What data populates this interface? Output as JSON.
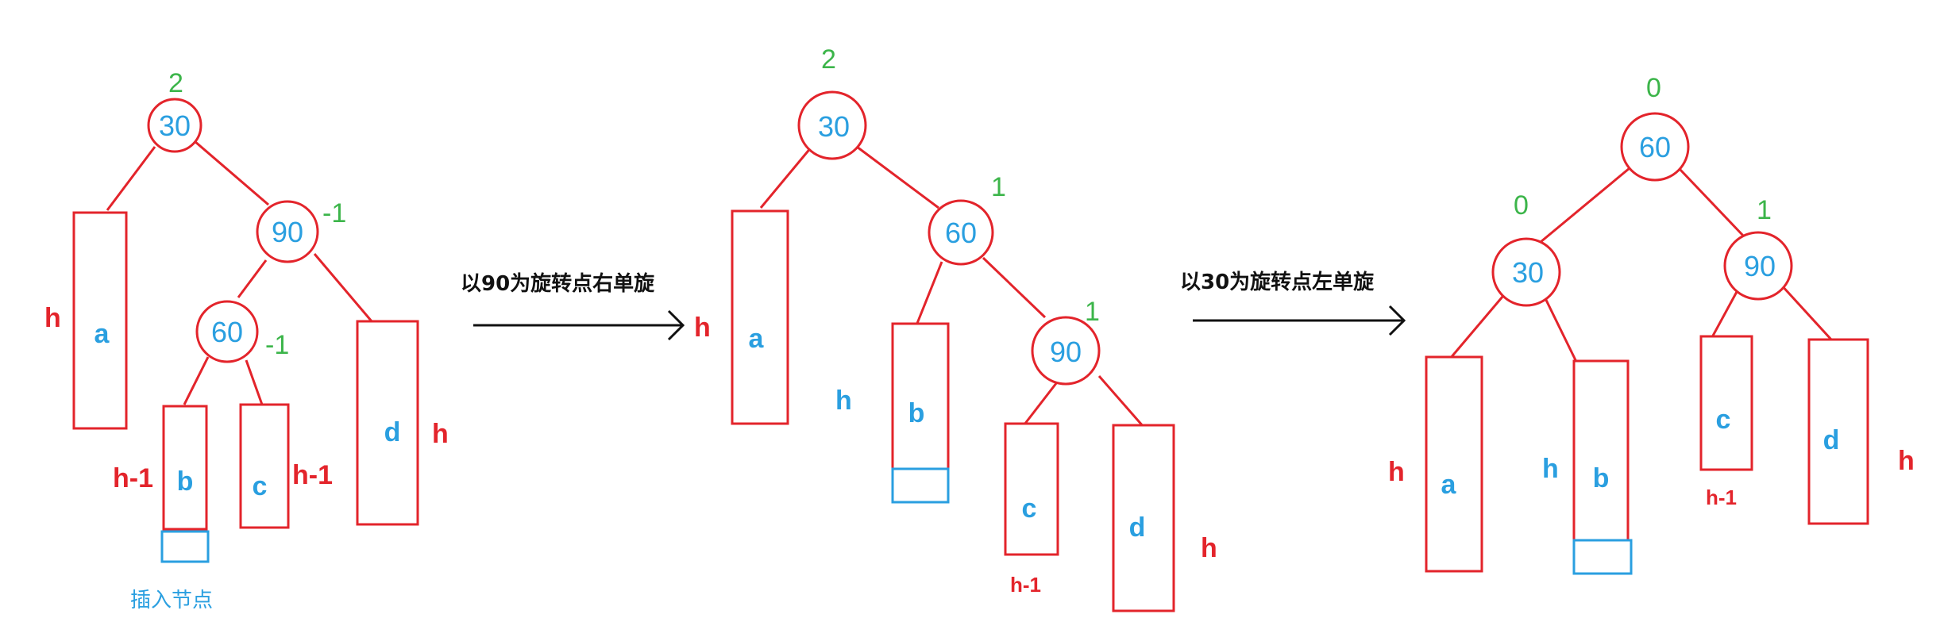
{
  "colors": {
    "tree_red": "#e3242b",
    "label_blue": "#2a9fe0",
    "balance_green": "#3cb54a",
    "arrow_black": "#111111"
  },
  "steps": {
    "step1_caption": "以90为旋转点右单旋",
    "step2_caption": "以30为旋转点左单旋"
  },
  "note": {
    "inserted_node": "插入节点"
  },
  "tree1": {
    "nodes": {
      "n30": "30",
      "n90": "90",
      "n60": "60"
    },
    "balance": {
      "n30": "2",
      "n90": "-1",
      "n60": "-1"
    },
    "subtrees": {
      "a": "a",
      "b": "b",
      "c": "c",
      "d": "d"
    },
    "heights": {
      "a": "h",
      "b": "h-1",
      "c": "h-1",
      "d": "h"
    }
  },
  "tree2": {
    "nodes": {
      "n30": "30",
      "n60": "60",
      "n90": "90"
    },
    "balance": {
      "n30": "2",
      "n60": "1",
      "n90": "1"
    },
    "subtrees": {
      "a": "a",
      "b": "b",
      "c": "c",
      "d": "d"
    },
    "heights": {
      "a": "h",
      "b": "h",
      "c": "h-1",
      "d": "h"
    }
  },
  "tree3": {
    "nodes": {
      "n60": "60",
      "n30": "30",
      "n90": "90"
    },
    "balance": {
      "n60": "0",
      "n30": "0",
      "n90": "1"
    },
    "subtrees": {
      "a": "a",
      "b": "b",
      "c": "c",
      "d": "d"
    },
    "heights": {
      "a": "h",
      "b": "h",
      "c": "h-1",
      "d": "h"
    }
  }
}
